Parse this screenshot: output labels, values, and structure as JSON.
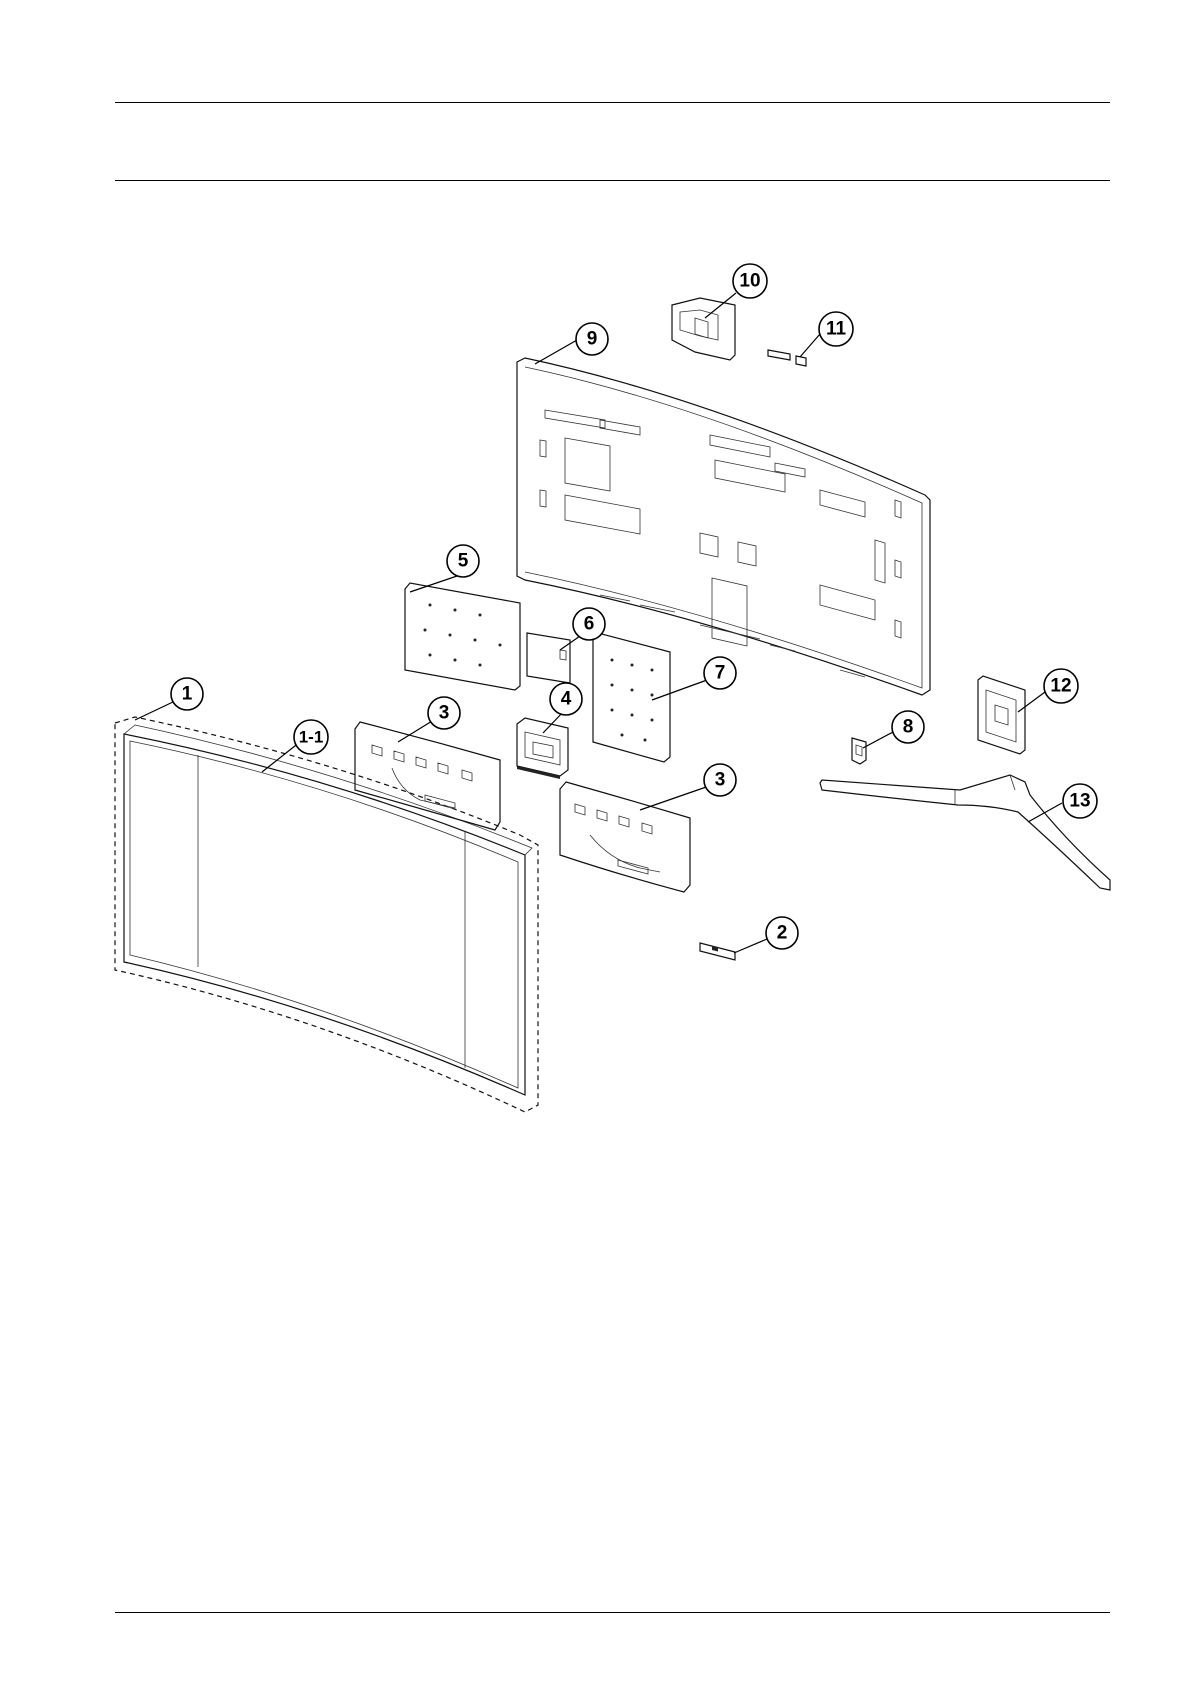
{
  "page": {
    "colors": {
      "ink": "#000000",
      "paper": "#ffffff"
    }
  },
  "callouts": [
    {
      "id": "1",
      "label": "1"
    },
    {
      "id": "1-1",
      "label": "1-1"
    },
    {
      "id": "2",
      "label": "2"
    },
    {
      "id": "3a",
      "label": "3"
    },
    {
      "id": "3b",
      "label": "3"
    },
    {
      "id": "4",
      "label": "4"
    },
    {
      "id": "5",
      "label": "5"
    },
    {
      "id": "6",
      "label": "6"
    },
    {
      "id": "7",
      "label": "7"
    },
    {
      "id": "8",
      "label": "8"
    },
    {
      "id": "9",
      "label": "9"
    },
    {
      "id": "10",
      "label": "10"
    },
    {
      "id": "11",
      "label": "11"
    },
    {
      "id": "12",
      "label": "12"
    },
    {
      "id": "13",
      "label": "13"
    }
  ]
}
